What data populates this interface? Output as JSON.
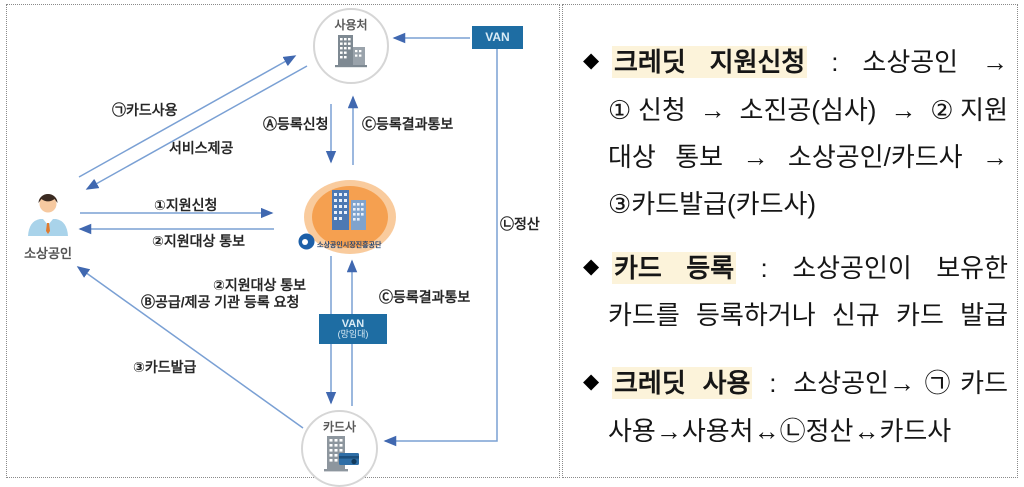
{
  "colors": {
    "arrow_line": "#7aa0d4",
    "arrow_head": "#4068b0",
    "van_box": "#1e6da3",
    "agency_outer": "#f9cb9d",
    "agency_inner": "#f5a050",
    "heading_highlight": "#fcf3da"
  },
  "diagram": {
    "nodes": {
      "user_place": "사용처",
      "van_top": "VAN",
      "merchant": "소상공인",
      "agency": "소상공인시장진흥공단",
      "van_mid_line1": "VAN",
      "van_mid_line2": "(망임대)",
      "card_company": "카드사"
    },
    "labels": {
      "card_use": "㉠카드사용",
      "service_provide": "서비스제공",
      "reg_apply": "Ⓐ등록신청",
      "reg_result_top": "Ⓒ등록결과통보",
      "support_apply": "①지원신청",
      "support_target_notify": "②지원대상 통보",
      "support_target_notify2": "②지원대상 통보",
      "supply_org_reg": "Ⓑ공급/제공 기관 등록 요청",
      "reg_result_mid": "Ⓒ등록결과통보",
      "settlement": "㉡정산",
      "card_issue": "③카드발급"
    }
  },
  "panel": {
    "bullet1": {
      "marker": "◆",
      "heading": "크레딧 지원신청",
      "line1_rest": " : 소상공인 →",
      "line2": "①신청 → 소진공(심사) → ②지원",
      "line3": "대상 통보 → 소상공인/카드사 →",
      "line4": "③카드발급(카드사)"
    },
    "bullet2": {
      "marker": "◆",
      "heading": "카드 등록",
      "line1_rest": " : 소상공인이 보유한",
      "line2": "카드를 등록하거나 신규 카드 발급"
    },
    "bullet3": {
      "marker": "◆",
      "heading": "크레딧 사용",
      "line1_rest": " : 소상공인→㉠카드",
      "line2": "사용→사용처↔㉡정산↔카드사"
    }
  }
}
